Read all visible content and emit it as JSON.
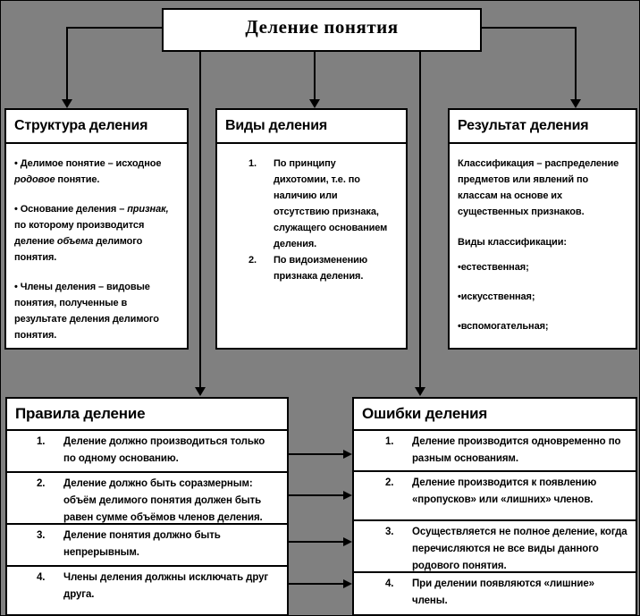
{
  "colors": {
    "background": "#808080",
    "box_fill": "#ffffff",
    "line": "#000000",
    "text": "#000000"
  },
  "title": "Деление понятия",
  "structure": {
    "header": "Структура деления",
    "bullets": [
      {
        "t1": "• Делимое понятие – исходное ",
        "em1": "родовое",
        "t2": " понятие."
      },
      {
        "t1": "• Основание деления – ",
        "em1": "признак,",
        "t2": " по которому производится деление ",
        "em2": "объема",
        "t3": " делимого понятия."
      },
      {
        "t1": "• Члены деления – видовые понятия, полученные в результате деления делимого понятия."
      }
    ]
  },
  "kinds": {
    "header": "Виды деления",
    "items": [
      {
        "num": "1.",
        "text": "По принципу дихотомии, т.е. по наличию или отсутствию признака, служащего основанием деления."
      },
      {
        "num": "2.",
        "text": "По видоизменению признака деления."
      }
    ]
  },
  "result": {
    "header": "Результат деления",
    "definition": "Классификация – распределение предметов или явлений по классам на основе их существенных признаков.",
    "kinds_label": "Виды классификации:",
    "bullets": [
      "•естественная;",
      "•искусственная;",
      "•вспомогательная;"
    ]
  },
  "rules": {
    "header": "Правила деление",
    "items": [
      {
        "num": "1.",
        "text": "Деление должно производиться только по одному основанию."
      },
      {
        "num": "2.",
        "text": "Деление должно быть соразмерным: объём делимого понятия должен быть равен сумме объёмов членов деления."
      },
      {
        "num": "3.",
        "text": "Деление понятия должно быть непрерывным."
      },
      {
        "num": "4.",
        "text": "Члены деления должны исключать друг друга."
      }
    ]
  },
  "errors": {
    "header": "Ошибки деления",
    "items": [
      {
        "num": "1.",
        "text": "Деление производится одновременно по разным основаниям."
      },
      {
        "num": "2.",
        "text": "Деление производится к появлению «пропусков» или «лишних» членов."
      },
      {
        "num": "3.",
        "text": "Осуществляется не полное деление, когда перечисляются не все виды данного родового понятия."
      },
      {
        "num": "4.",
        "text": "При делении появляются «лишние» члены."
      }
    ]
  }
}
